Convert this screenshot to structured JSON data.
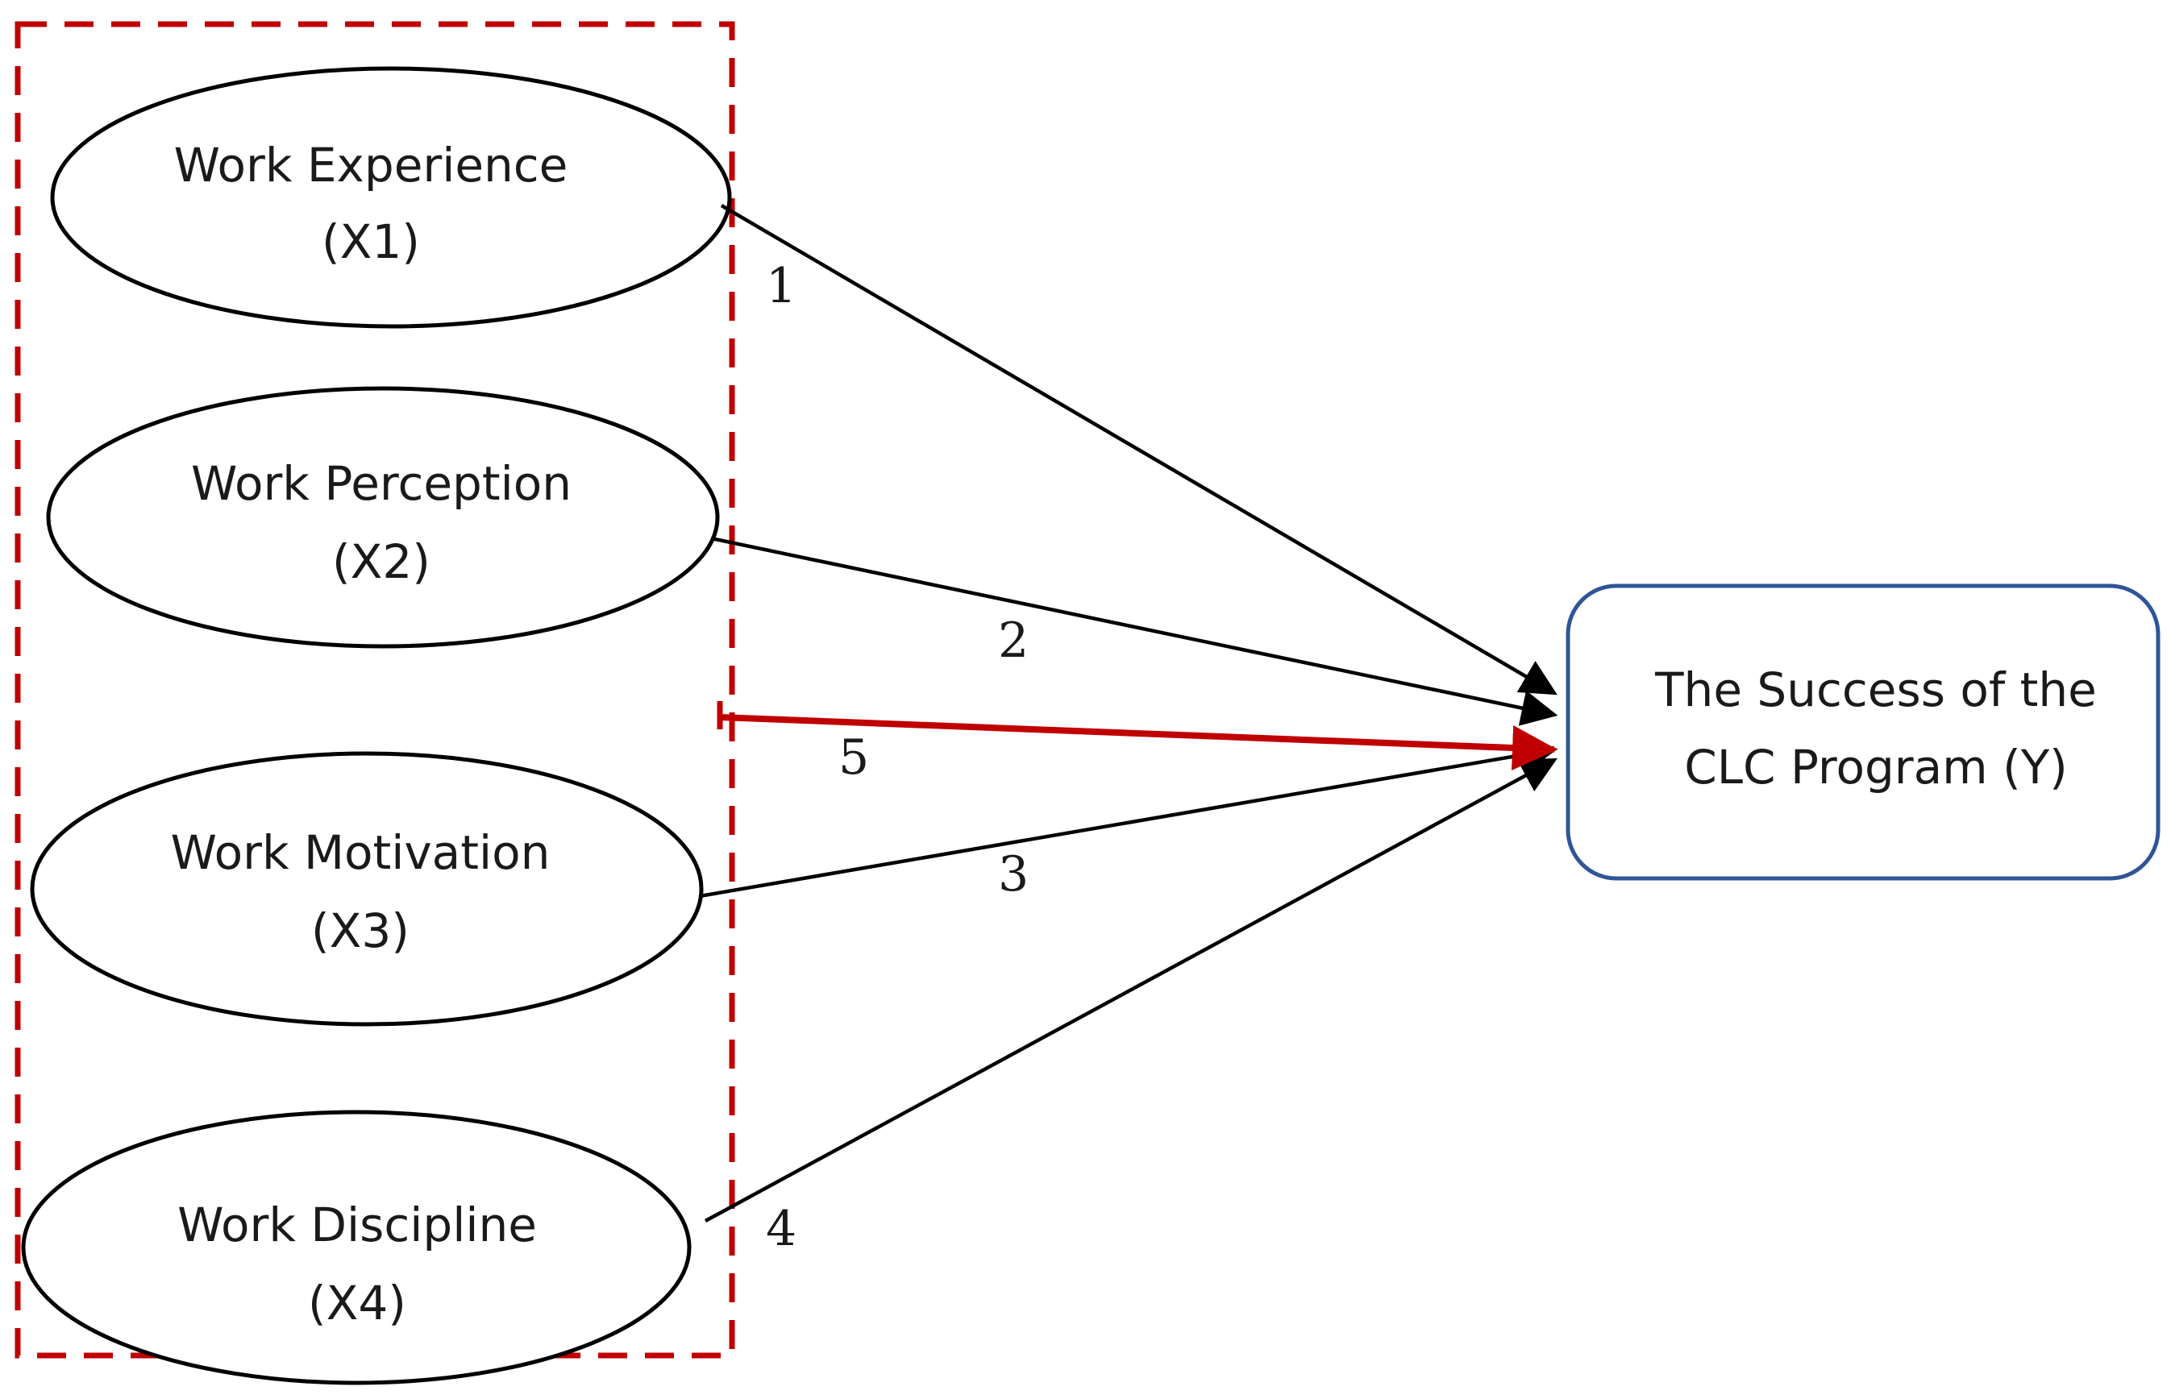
{
  "independent_variables": [
    {
      "name": "Work Experience",
      "code": "(X1)"
    },
    {
      "name": "Work Perception",
      "code": "(X2)"
    },
    {
      "name": "Work Motivation",
      "code": "(X3)"
    },
    {
      "name": "Work Discipline",
      "code": "(X4)"
    }
  ],
  "dependent_variable": {
    "line1": "The Success of the",
    "line2": "CLC Program (Y)"
  },
  "paths": [
    {
      "label": "1",
      "from": "X1",
      "to": "Y"
    },
    {
      "label": "2",
      "from": "X2",
      "to": "Y"
    },
    {
      "label": "3",
      "from": "X3",
      "to": "Y"
    },
    {
      "label": "4",
      "from": "X4",
      "to": "Y"
    },
    {
      "label": "5",
      "from": "X1-X4 (simultaneous)",
      "to": "Y"
    }
  ],
  "colors": {
    "simultaneous_path": "#c00000",
    "group_border": "#c00000",
    "outcome_border": "#2f5597",
    "line": "#000000"
  }
}
